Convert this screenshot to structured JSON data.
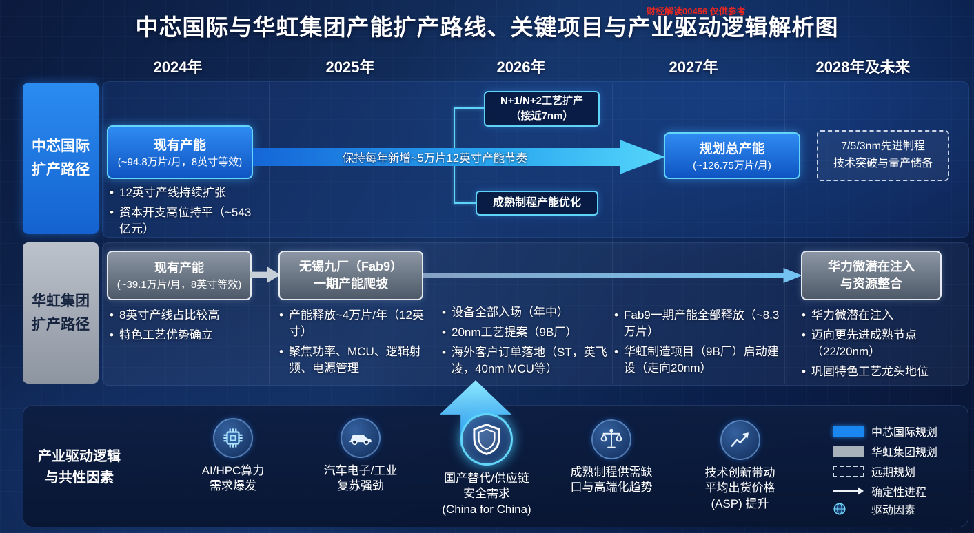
{
  "title": "中芯国际与华虹集团产能扩产路线、关键项目与产业驱动逻辑解析图",
  "watermark": "财经解读00456 仅供参考",
  "timeline": {
    "years": [
      "2024年",
      "2025年",
      "2026年",
      "2027年",
      "2028年及未来"
    ]
  },
  "smic": {
    "row_label": "中芯国际\n扩产路径",
    "current_title": "现有产能",
    "current_sub": "(~94.8万片/月，8英寸等效)",
    "bullets": [
      "12英寸产线持续扩张",
      "资本开支高位持平（~543亿元）"
    ],
    "arrow_text": "保持每年新增~5万片12英寸产能节奏",
    "branch_top": "N+1/N+2工艺扩产\n（接近7nm）",
    "branch_bottom": "成熟制程产能优化",
    "plan_title": "规划总产能",
    "plan_sub": "(~126.75万片/月)",
    "future_box": "7/5/3nm先进制程\n技术突破与量产储备"
  },
  "huahong": {
    "row_label": "华虹集团\n扩产路径",
    "current_title": "现有产能",
    "current_sub": "(~39.1万片/月，8英寸等效)",
    "current_bullets": [
      "8英寸产线占比较高",
      "特色工艺优势确立"
    ],
    "fab9_box": "无锡九厂（Fab9）\n一期产能爬坡",
    "bullets_2025": [
      "产能释放~4万片/年（12英寸）",
      "聚焦功率、MCU、逻辑射频、电源管理"
    ],
    "bullets_2026": [
      "设备全部入场（年中）",
      "20nm工艺提案（9B厂）",
      "海外客户订单落地（ST，英飞凌，40nm MCU等）"
    ],
    "bullets_2027": [
      "Fab9一期产能全部释放（~8.3万片）",
      "华虹制造项目（9B厂）启动建设（走向20nm）"
    ],
    "hlmc_box": "华力微潜在注入\n与资源整合",
    "bullets_2028": [
      "华力微潜在注入",
      "迈向更先进成熟节点（22/20nm）",
      "巩固特色工艺龙头地位"
    ]
  },
  "drivers": {
    "row_label": "产业驱动逻辑\n与共性因素",
    "items": [
      {
        "icon": "chip-icon",
        "label": "AI/HPC算力\n需求爆发"
      },
      {
        "icon": "car-icon",
        "label": "汽车电子/工业\n复苏强劲"
      },
      {
        "icon": "shield-icon",
        "label": "国产替代/供应链\n安全需求\n(China for China)"
      },
      {
        "icon": "scale-icon",
        "label": "成熟制程供需缺\n口与高端化趋势"
      },
      {
        "icon": "trend-icon",
        "label": "技术创新带动\n平均出货价格\n(ASP) 提升"
      }
    ]
  },
  "legend": {
    "smic_plan": "中芯国际规划",
    "huahong_plan": "华虹集团规划",
    "longterm_plan": "远期规划",
    "certain_progress": "确定性进程",
    "drive_factor": "驱动因素"
  },
  "colors": {
    "smic_blue": "#1a86f0",
    "huahong_gray": "#a8b0ba",
    "accent_cyan": "#5fd4f8",
    "background_navy": "#0b1a3d",
    "watermark_red": "#f5261c"
  }
}
